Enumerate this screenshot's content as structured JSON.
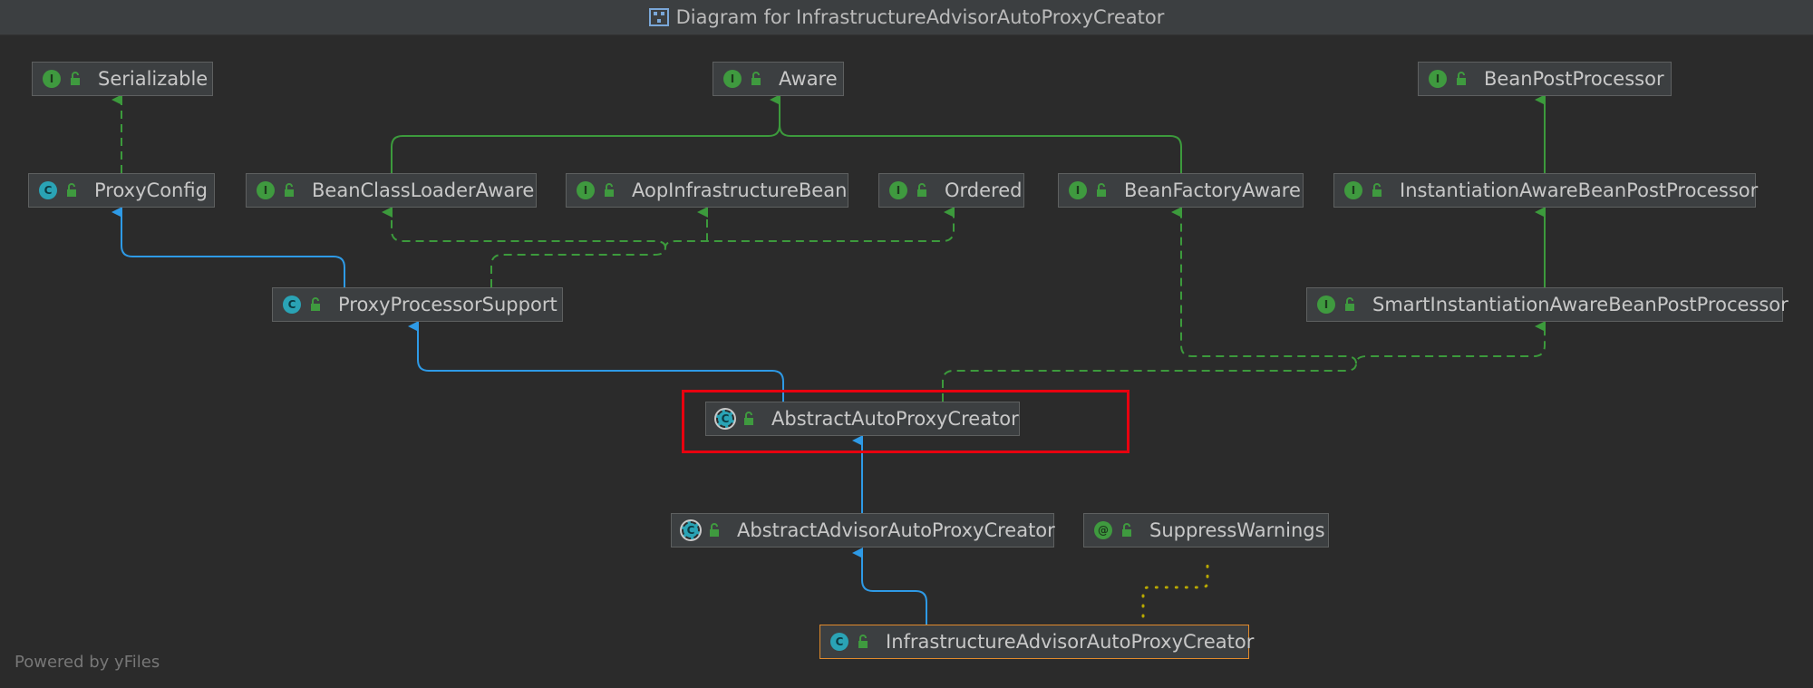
{
  "window": {
    "title": "Diagram for InfrastructureAdvisorAutoProxyCreator"
  },
  "nodes": [
    {
      "id": "serializable",
      "label": "Serializable",
      "kind": "interface",
      "kind_letter": "I"
    },
    {
      "id": "aware",
      "label": "Aware",
      "kind": "interface",
      "kind_letter": "I"
    },
    {
      "id": "bean_post_processor",
      "label": "BeanPostProcessor",
      "kind": "interface",
      "kind_letter": "I"
    },
    {
      "id": "proxy_config",
      "label": "ProxyConfig",
      "kind": "class",
      "kind_letter": "C"
    },
    {
      "id": "bean_class_loader_aware",
      "label": "BeanClassLoaderAware",
      "kind": "interface",
      "kind_letter": "I"
    },
    {
      "id": "aop_infrastructure_bean",
      "label": "AopInfrastructureBean",
      "kind": "interface",
      "kind_letter": "I"
    },
    {
      "id": "ordered",
      "label": "Ordered",
      "kind": "interface",
      "kind_letter": "I"
    },
    {
      "id": "bean_factory_aware",
      "label": "BeanFactoryAware",
      "kind": "interface",
      "kind_letter": "I"
    },
    {
      "id": "instantiation_aware_bpp",
      "label": "InstantiationAwareBeanPostProcessor",
      "kind": "interface",
      "kind_letter": "I"
    },
    {
      "id": "proxy_processor_support",
      "label": "ProxyProcessorSupport",
      "kind": "class",
      "kind_letter": "C"
    },
    {
      "id": "smart_instantiation_aware_bpp",
      "label": "SmartInstantiationAwareBeanPostProcessor",
      "kind": "interface",
      "kind_letter": "I"
    },
    {
      "id": "abstract_auto_proxy_creator",
      "label": "AbstractAutoProxyCreator",
      "kind": "abstract",
      "kind_letter": "C"
    },
    {
      "id": "abstract_advisor_auto_proxy_creator",
      "label": "AbstractAdvisorAutoProxyCreator",
      "kind": "abstract",
      "kind_letter": "C"
    },
    {
      "id": "suppress_warnings",
      "label": "SuppressWarnings",
      "kind": "annotation",
      "kind_letter": "@"
    },
    {
      "id": "infrastructure_advisor_auto_proxy_creator",
      "label": "InfrastructureAdvisorAutoProxyCreator",
      "kind": "class",
      "kind_letter": "C"
    }
  ],
  "edges": [
    {
      "from": "proxy_config",
      "to": "serializable",
      "type": "implements"
    },
    {
      "from": "bean_class_loader_aware",
      "to": "aware",
      "type": "extends"
    },
    {
      "from": "bean_factory_aware",
      "to": "aware",
      "type": "extends"
    },
    {
      "from": "instantiation_aware_bpp",
      "to": "bean_post_processor",
      "type": "extends"
    },
    {
      "from": "smart_instantiation_aware_bpp",
      "to": "instantiation_aware_bpp",
      "type": "extends"
    },
    {
      "from": "proxy_processor_support",
      "to": "proxy_config",
      "type": "extends"
    },
    {
      "from": "proxy_processor_support",
      "to": "bean_class_loader_aware",
      "type": "implements"
    },
    {
      "from": "proxy_processor_support",
      "to": "aop_infrastructure_bean",
      "type": "implements"
    },
    {
      "from": "proxy_processor_support",
      "to": "ordered",
      "type": "implements"
    },
    {
      "from": "abstract_auto_proxy_creator",
      "to": "proxy_processor_support",
      "type": "extends"
    },
    {
      "from": "abstract_auto_proxy_creator",
      "to": "bean_factory_aware",
      "type": "implements"
    },
    {
      "from": "abstract_auto_proxy_creator",
      "to": "smart_instantiation_aware_bpp",
      "type": "implements"
    },
    {
      "from": "abstract_advisor_auto_proxy_creator",
      "to": "abstract_auto_proxy_creator",
      "type": "extends"
    },
    {
      "from": "infrastructure_advisor_auto_proxy_creator",
      "to": "abstract_advisor_auto_proxy_creator",
      "type": "extends"
    },
    {
      "from": "infrastructure_advisor_auto_proxy_creator",
      "to": "suppress_warnings",
      "type": "annotated"
    }
  ],
  "highlighted_node": "abstract_auto_proxy_creator",
  "focus_node": "infrastructure_advisor_auto_proxy_creator",
  "colors": {
    "background": "#2b2b2b",
    "extends_edge": "#2e9ae6",
    "interface_edge": "#3c9a3c",
    "annotation_edge": "#b8a800",
    "highlight": "#e8000f",
    "focus_border": "#e08a2c"
  },
  "footer": {
    "text": "Powered by yFiles"
  }
}
